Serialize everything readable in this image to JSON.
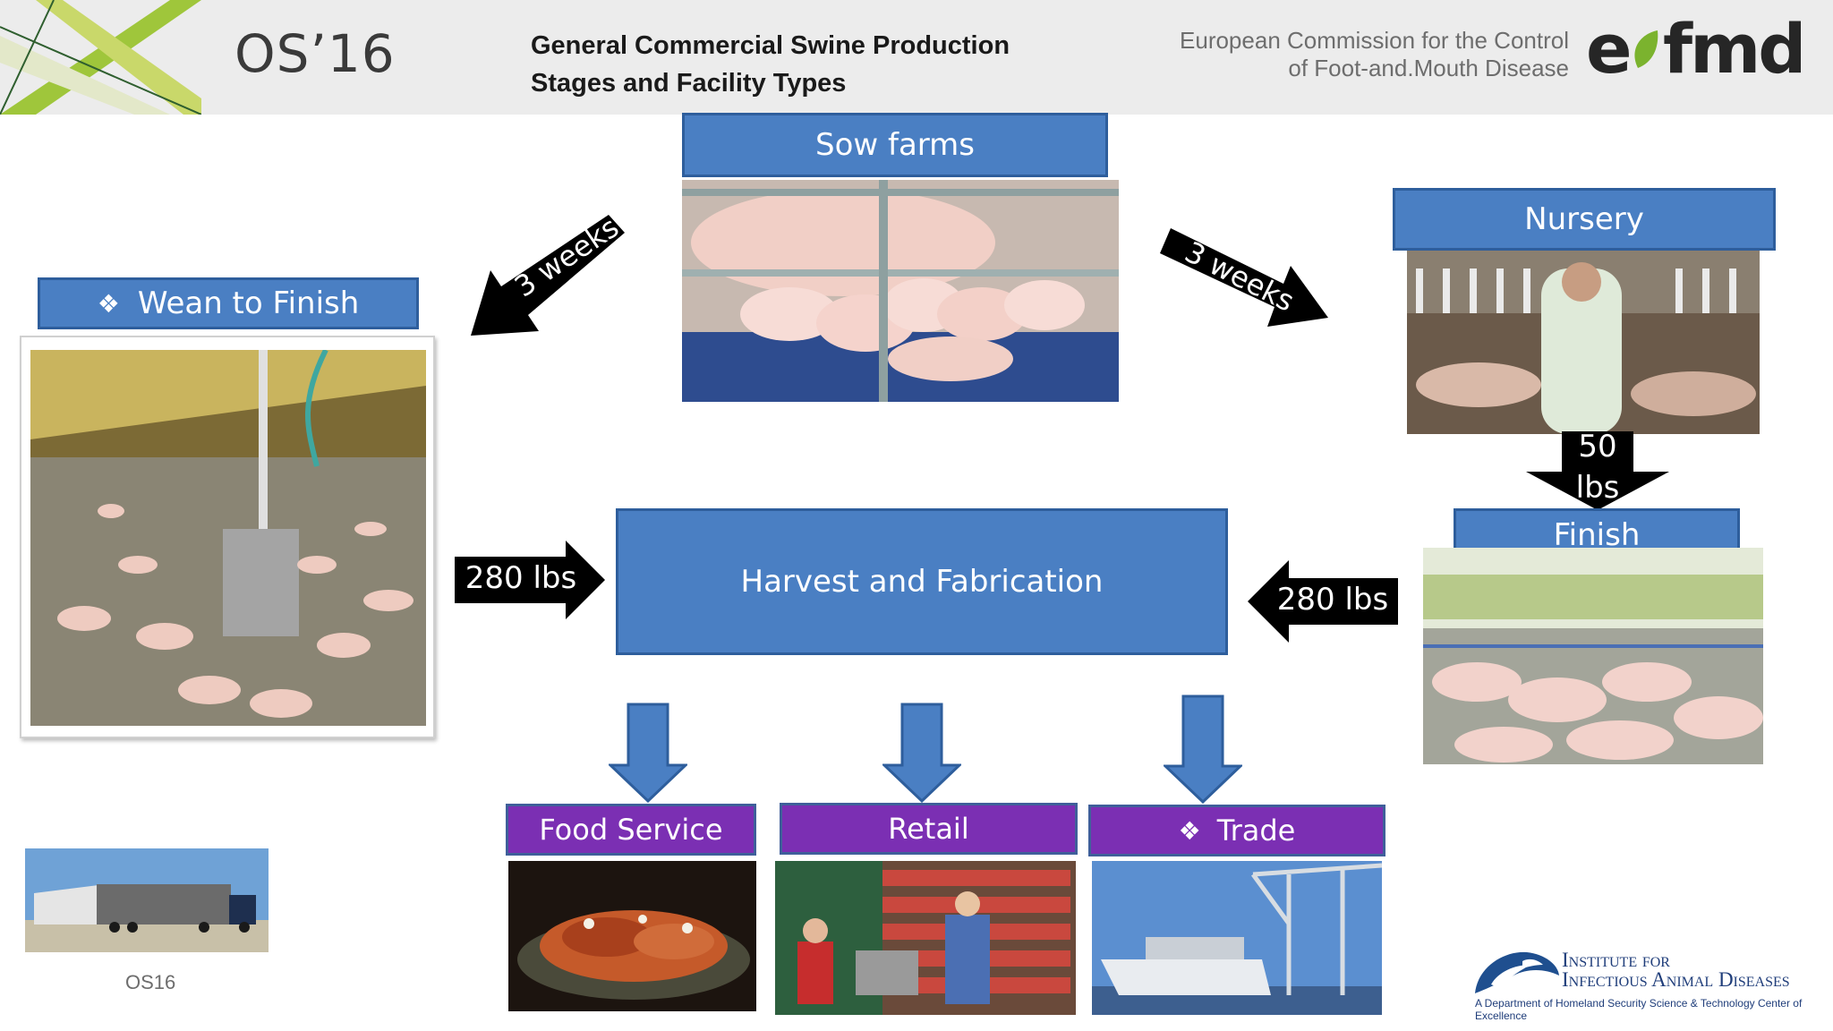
{
  "header": {
    "os_logo": "OS’16",
    "title_line1": "General Commercial Swine Production",
    "title_line2": "Stages and Facility Types",
    "org_line1": "European Commission for the Control",
    "org_line2": "of Foot-and.Mouth Disease",
    "eufmd_logo": "eufmd"
  },
  "boxes": {
    "sow_farms": "Sow farms",
    "nursery": "Nursery",
    "wean_to_finish": "Wean to Finish",
    "finish": "Finish",
    "harvest": "Harvest and Fabrication",
    "food_service": "Food Service",
    "retail": "Retail",
    "trade": "Trade"
  },
  "arrows": {
    "sow_to_wean": "3 weeks",
    "sow_to_nursery": "3 weeks",
    "nursery_to_finish_line1": "50",
    "nursery_to_finish_line2": "lbs",
    "wean_to_harvest": "280 lbs",
    "finish_to_harvest": "280 lbs"
  },
  "bullet_glyph": "❖",
  "footer": {
    "caption": "OS16",
    "iad_line1": "Institute for",
    "iad_line2": "Infectious Animal Diseases",
    "iad_sub": "A Department of Homeland Security Science & Technology Center of Excellence"
  },
  "colors": {
    "box_blue": "#4a7fc3",
    "box_purple": "#7b2fb3",
    "arrow_blue": "#4a7fc3",
    "arrow_black": "#000000"
  }
}
